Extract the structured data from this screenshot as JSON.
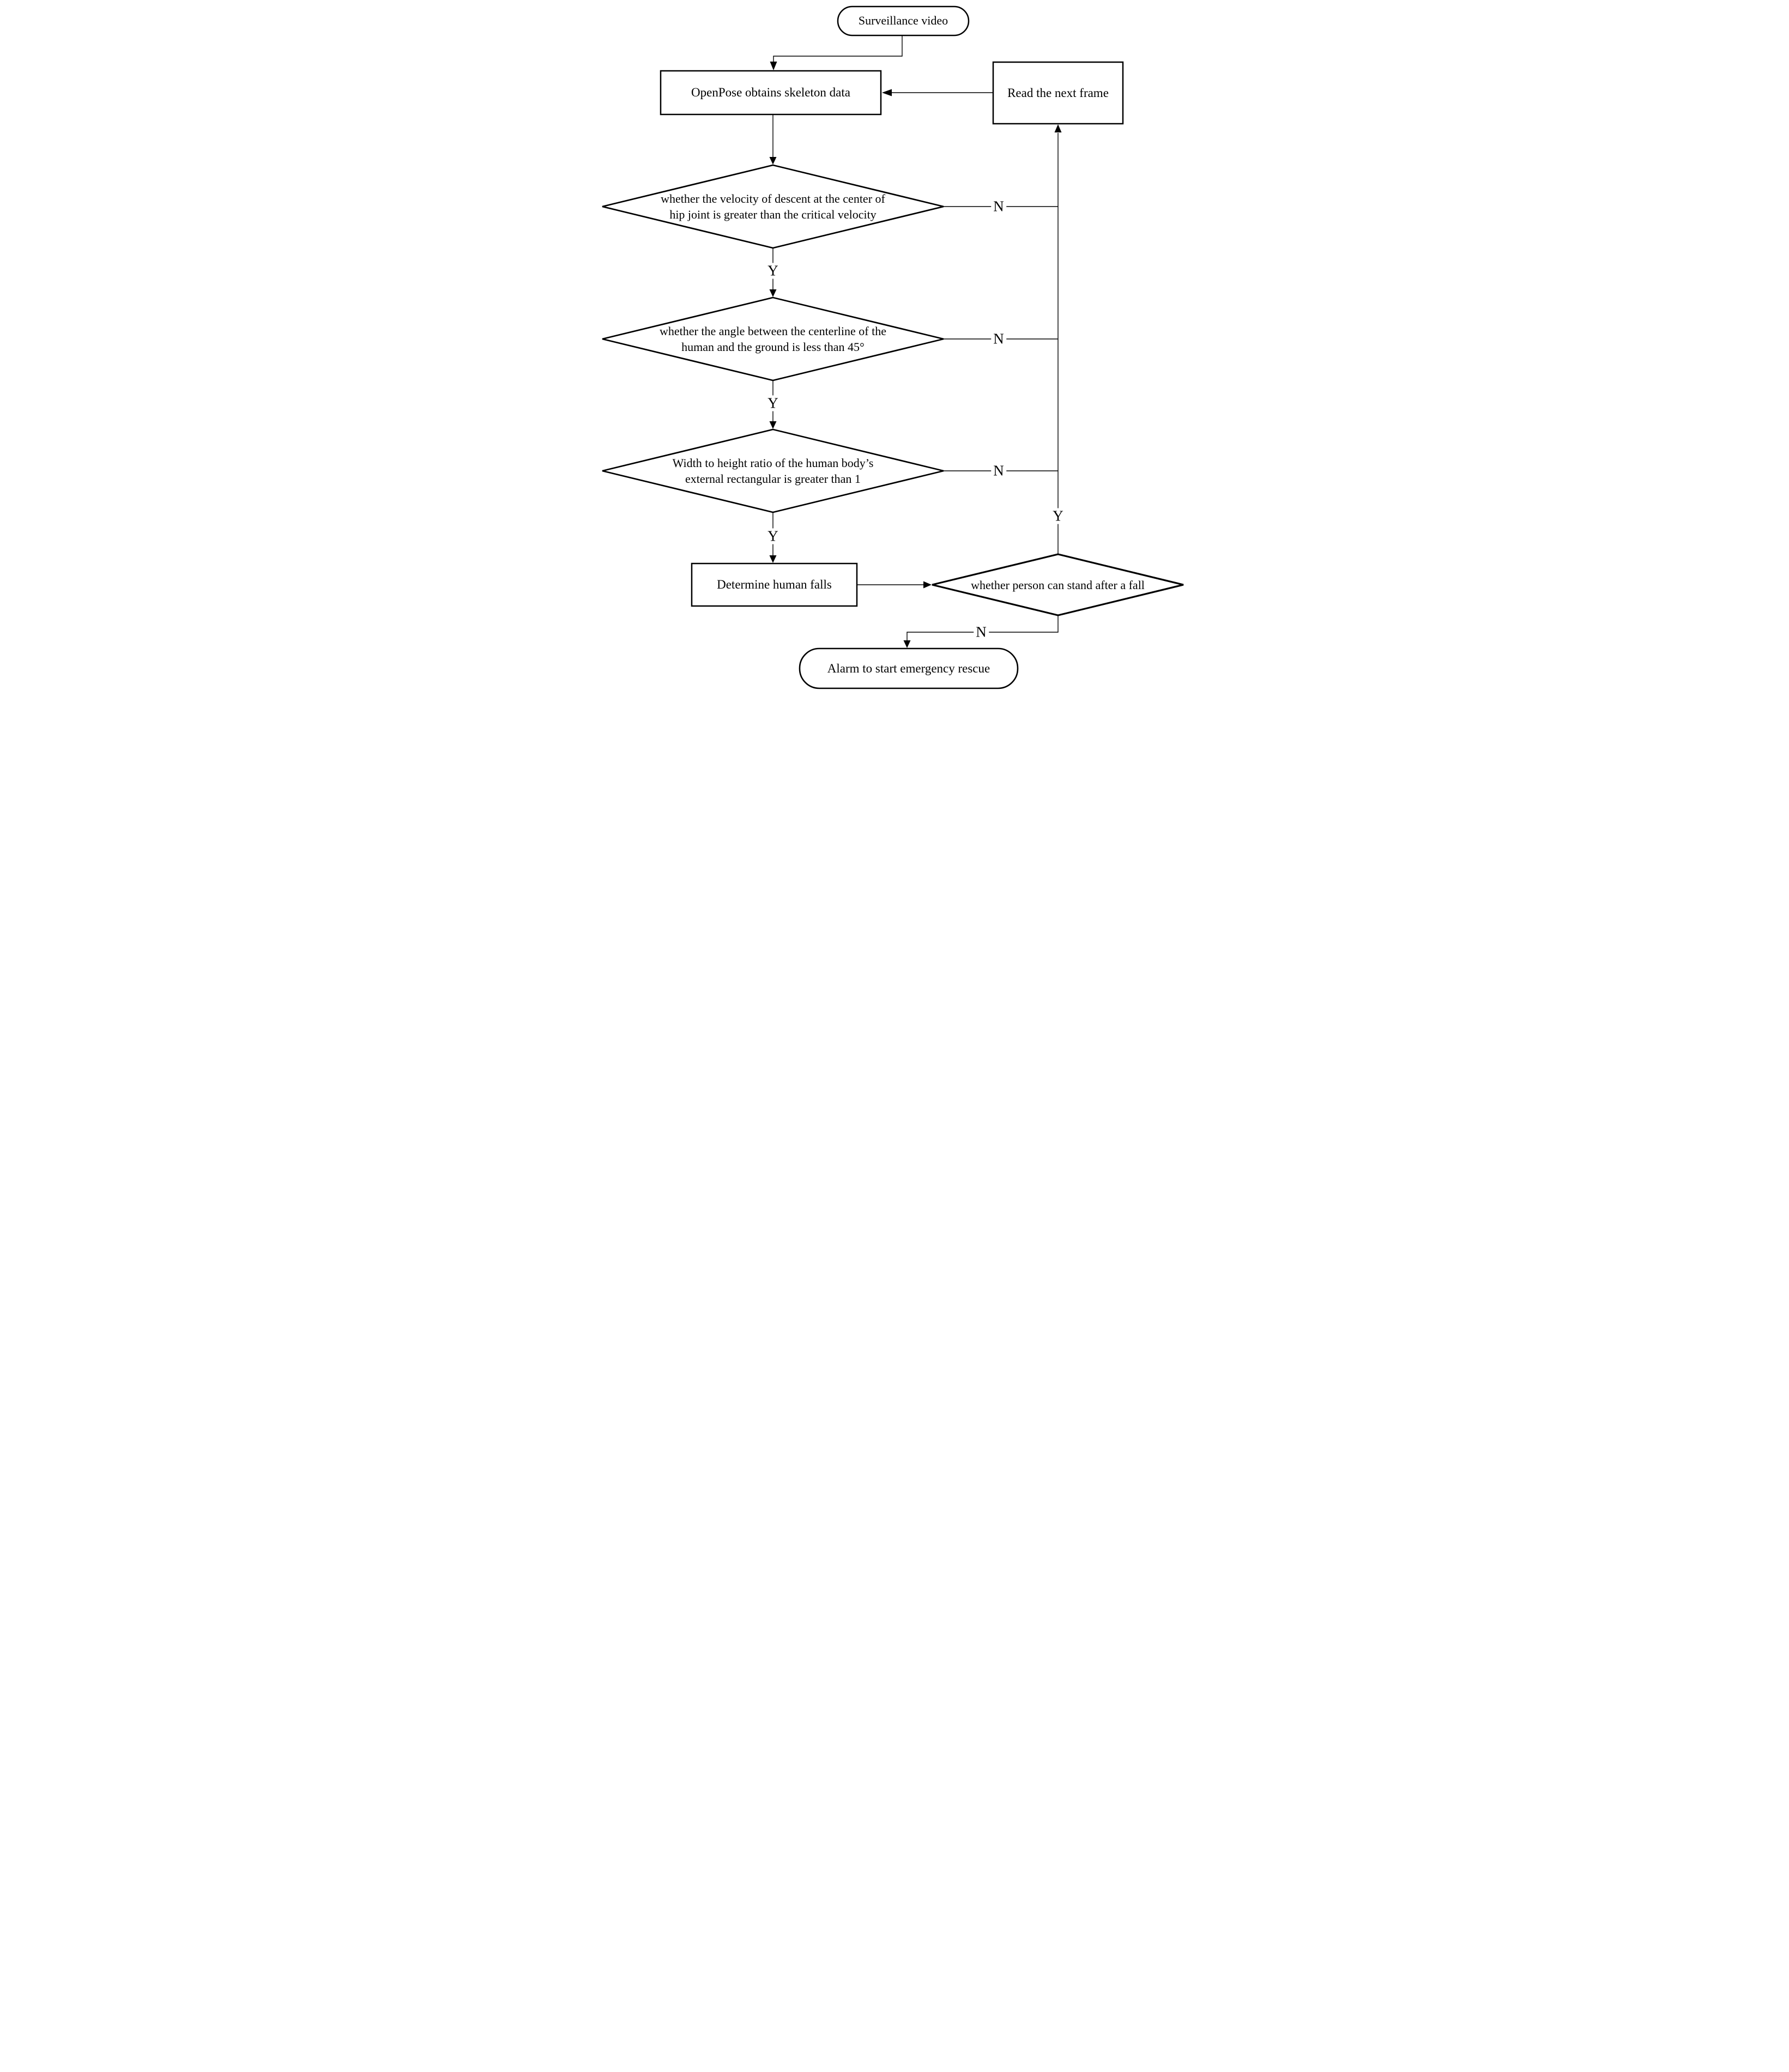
{
  "flowchart": {
    "title_hint": "fall detection flowchart",
    "colors": {
      "stroke": "#000000",
      "fill": "#ffffff"
    },
    "nodes": {
      "start": {
        "type": "terminator",
        "label": "Surveillance video"
      },
      "openpose": {
        "type": "process",
        "label": "OpenPose obtains skeleton data"
      },
      "read_frame": {
        "type": "process",
        "label": "Read the next frame"
      },
      "velocity_check": {
        "type": "decision",
        "line1": "whether the velocity of descent at the center of",
        "line2": "hip joint is greater than the critical velocity"
      },
      "angle_check": {
        "type": "decision",
        "line1": "whether the angle between the centerline of the",
        "line2": "human and the ground is less than 45°"
      },
      "ratio_check": {
        "type": "decision",
        "line1": "Width to height ratio of the human body’s",
        "line2": "external rectangular is greater than 1"
      },
      "determine_fall": {
        "type": "process",
        "label": "Determine human falls"
      },
      "stand_check": {
        "type": "decision",
        "label": "whether person can stand after a fall"
      },
      "alarm": {
        "type": "terminator",
        "label": "Alarm to start emergency rescue"
      }
    },
    "edge_labels": {
      "velocity_yes": "Y",
      "angle_yes": "Y",
      "ratio_yes": "Y",
      "stand_yes": "Y",
      "velocity_no": "N",
      "angle_no": "N",
      "ratio_no": "N",
      "stand_no": "N"
    }
  }
}
